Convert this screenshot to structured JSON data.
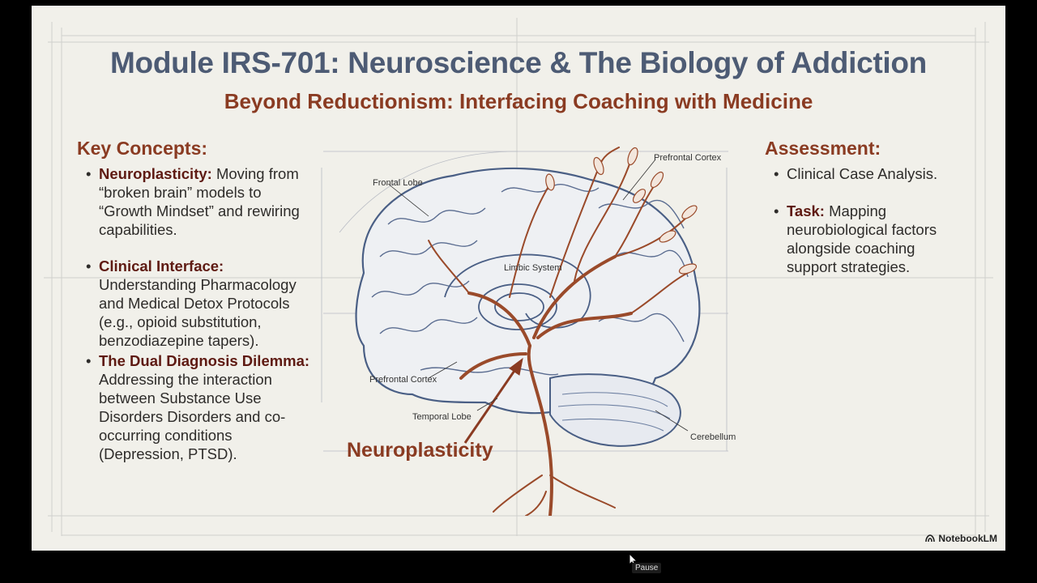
{
  "slide": {
    "title": "Module IRS-701: Neuroscience & The Biology of Addiction",
    "subtitle": "Beyond Reductionism: Interfacing Coaching with Medicine",
    "key_concepts": {
      "heading": "Key Concepts:",
      "items": [
        {
          "bold": "Neuroplasticity:",
          "text": " Moving from “broken brain” models to “Growth Mindset” and rewiring capabilities."
        },
        {
          "bold": "Clinical Interface:",
          "text": " Understanding Pharmacology and Medical Detox Protocols (e.g., opioid substitution, benzodiazepine tapers)."
        },
        {
          "bold": "The Dual Diagnosis Dilemma:",
          "text": " Addressing the interaction between Substance Use Disorders Disorders and co-occurring conditions (Depression, PTSD)."
        }
      ]
    },
    "assessment": {
      "heading": "Assessment:",
      "items": [
        {
          "bold": "",
          "text": "Clinical Case Analysis."
        },
        {
          "bold": "Task:",
          "text": " Mapping neurobiological factors alongside coaching support strategies."
        }
      ]
    },
    "diagram": {
      "labels": {
        "frontal_lobe": "Frontal Lobe",
        "prefrontal_top": "Prefrontal Cortex",
        "limbic": "Limbic System",
        "prefrontal_left": "Prefrontal Cortex",
        "temporal": "Temporal Lobe",
        "cerebellum": "Cerebellum"
      },
      "callout": "Neuroplasticity",
      "colors": {
        "brain_line": "#4a5f85",
        "tree": "#9a4a2a",
        "accent": "#8a3b22"
      }
    },
    "brand": "NotebookLM"
  },
  "player": {
    "tooltip": "Pause"
  }
}
